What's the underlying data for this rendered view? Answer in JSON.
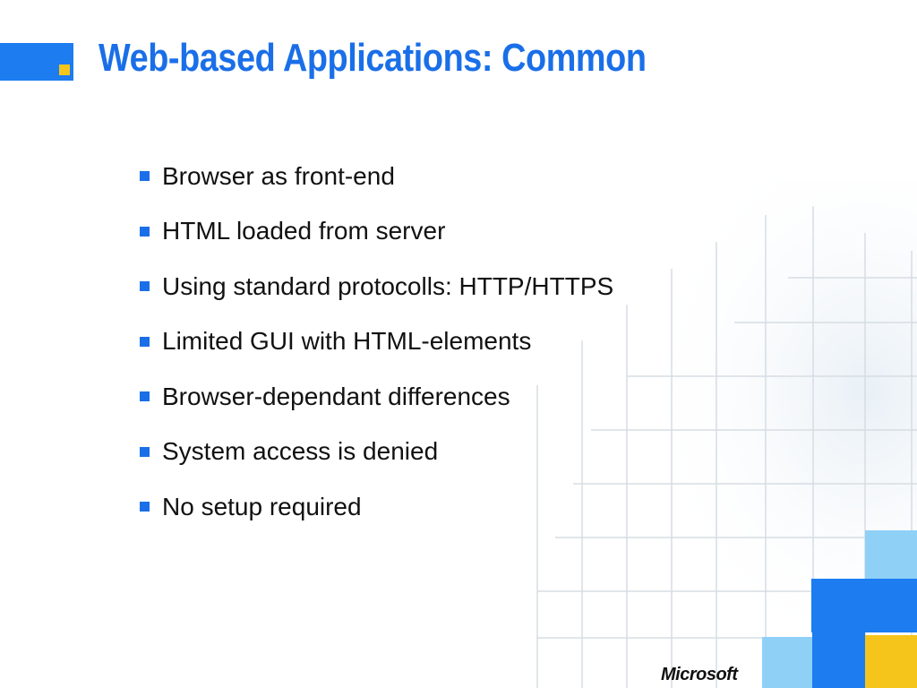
{
  "slide": {
    "title": "Web-based Applications: Common",
    "bullets": [
      "Browser as front-end",
      "HTML loaded from server",
      "Using standard protocolls: HTTP/HTTPS",
      "Limited GUI with HTML-elements",
      "Browser-dependant differences",
      "System access is denied",
      "No setup required"
    ],
    "logo": "Microsoft"
  },
  "colors": {
    "accent_blue": "#1a6fe8",
    "light_blue": "#8fd0f7",
    "accent_yellow": "#f5c51c"
  }
}
